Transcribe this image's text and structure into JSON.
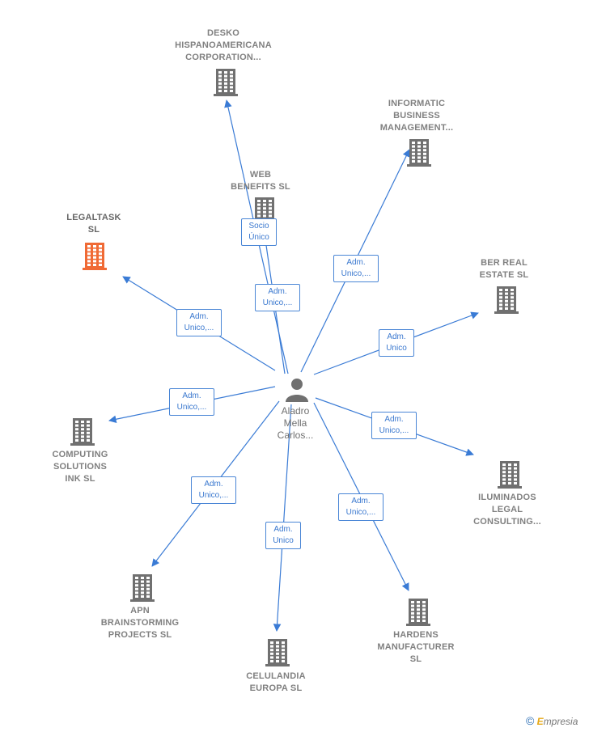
{
  "colors": {
    "edge": "#3a7bd5",
    "building": "#707070",
    "building_highlight": "#f06a35",
    "person": "#707070"
  },
  "center": {
    "label": "Aladro\nMella\nCarlos..."
  },
  "nodes": [
    {
      "id": "desko",
      "label": "DESKO\nHISPANOAMERICANA\nCORPORATION..."
    },
    {
      "id": "informatic",
      "label": "INFORMATIC\nBUSINESS\nMANAGEMENT..."
    },
    {
      "id": "web",
      "label": "WEB\nBENEFITS  SL"
    },
    {
      "id": "legaltask",
      "label": "LEGALTASK\nSL",
      "highlight": true
    },
    {
      "id": "ber",
      "label": "BER REAL\nESTATE  SL"
    },
    {
      "id": "computing",
      "label": "COMPUTING\nSOLUTIONS\nINK  SL"
    },
    {
      "id": "iluminados",
      "label": "ILUMINADOS\nLEGAL\nCONSULTING..."
    },
    {
      "id": "apn",
      "label": "APN\nBRAINSTORMING\nPROJECTS  SL"
    },
    {
      "id": "hardens",
      "label": "HARDENS\nMANUFACTURER\nSL"
    },
    {
      "id": "celulandia",
      "label": "CELULANDIA\nEUROPA  SL"
    }
  ],
  "edges": [
    {
      "to": "desko",
      "label": "Socio\nÚnico"
    },
    {
      "to": "web",
      "label": "Adm.\nUnico,..."
    },
    {
      "to": "informatic",
      "label": "Adm.\nUnico,..."
    },
    {
      "to": "legaltask",
      "label": "Adm.\nUnico,..."
    },
    {
      "to": "ber",
      "label": "Adm.\nUnico"
    },
    {
      "to": "computing",
      "label": "Adm.\nUnico,..."
    },
    {
      "to": "iluminados",
      "label": "Adm.\nUnico,..."
    },
    {
      "to": "apn",
      "label": "Adm.\nUnico,..."
    },
    {
      "to": "hardens",
      "label": "Adm.\nUnico,..."
    },
    {
      "to": "celulandia",
      "label": "Adm.\nUnico"
    }
  ],
  "footer": {
    "copyright": "©",
    "brand_first": "E",
    "brand_rest": "mpresia"
  }
}
